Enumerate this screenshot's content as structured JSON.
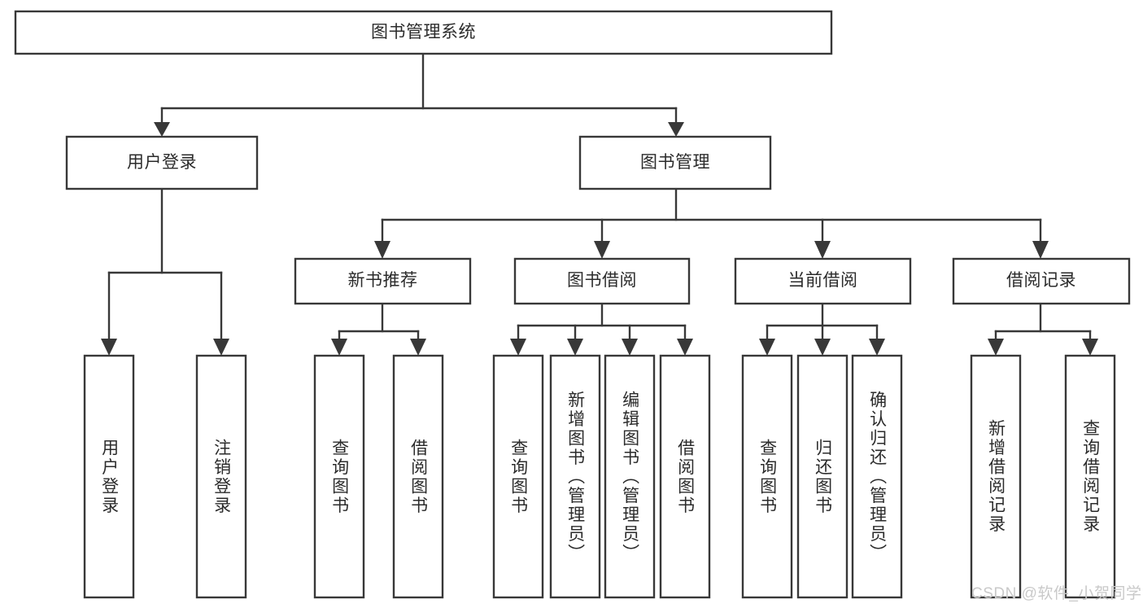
{
  "diagram": {
    "type": "tree-hierarchy",
    "orientation": "top-down",
    "colors": {
      "stroke": "#383838",
      "fill": "#ffffff",
      "text": "#2b2b2b",
      "watermark": "#c9c9c9"
    },
    "root": {
      "label": "图书管理系统"
    },
    "level2": [
      {
        "label": "用户登录"
      },
      {
        "label": "图书管理"
      }
    ],
    "level3": [
      {
        "label": "新书推荐"
      },
      {
        "label": "图书借阅"
      },
      {
        "label": "当前借阅"
      },
      {
        "label": "借阅记录"
      }
    ],
    "leaves": {
      "user_login": [
        {
          "label": "用户登录"
        },
        {
          "label": "注销登录"
        }
      ],
      "new_book_recommend": [
        {
          "label": "查询图书"
        },
        {
          "label": "借阅图书"
        }
      ],
      "book_borrow": [
        {
          "label": "查询图书"
        },
        {
          "label": "新增图书（管理员）"
        },
        {
          "label": "编辑图书（管理员）"
        },
        {
          "label": "借阅图书"
        }
      ],
      "current_borrow": [
        {
          "label": "查询图书"
        },
        {
          "label": "归还图书"
        },
        {
          "label": "确认归还（管理员）"
        }
      ],
      "borrow_record": [
        {
          "label": "新增借阅记录"
        },
        {
          "label": "查询借阅记录"
        }
      ]
    }
  },
  "watermark": {
    "text": "CSDN @软件_小贺同学"
  }
}
